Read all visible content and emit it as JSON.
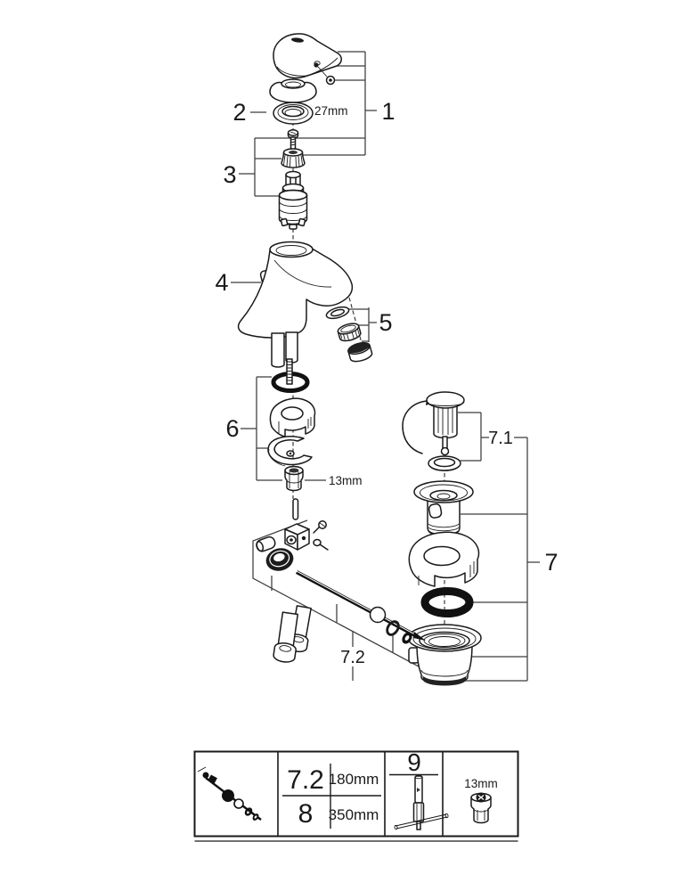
{
  "figure": {
    "kind": "exploded-parts-diagram",
    "subject": "single-lever basin faucet with pop-up drain assembly"
  },
  "colors": {
    "line": "#1a1a1a",
    "leader": "#3c3c3c",
    "paper": "#ffffff"
  },
  "callouts": {
    "n1": "1",
    "n2": "2",
    "n3": "3",
    "n4": "4",
    "n5": "5",
    "n6": "6",
    "n7": "7",
    "n7_1": "7.1",
    "n7_2": "7.2"
  },
  "dims": {
    "escutcheon": "27mm",
    "mounting_nut": "13mm"
  },
  "table": {
    "rows": [
      {
        "ref": "7.2",
        "length": "180mm"
      },
      {
        "ref": "8",
        "length": "350mm"
      }
    ],
    "tool_ref": "9",
    "socket_size": "13mm"
  }
}
